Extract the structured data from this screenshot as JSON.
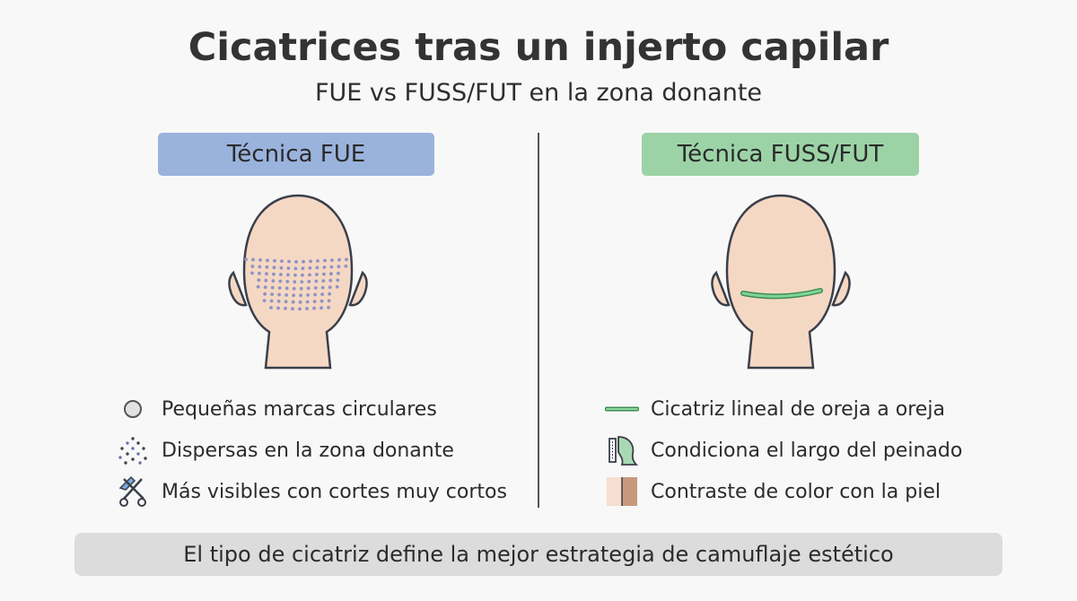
{
  "header": {
    "title": "Cicatrices tras un injerto capilar",
    "subtitle": "FUE vs FUSS/FUT en la zona donante"
  },
  "fue": {
    "label": "Técnica FUE",
    "color": "#9ab3dc",
    "items": [
      {
        "icon": "circle-mark-icon",
        "text": "Pequeñas marcas circulares"
      },
      {
        "icon": "scattered-dots-icon",
        "text": "Dispersas en la zona donante"
      },
      {
        "icon": "scissors-comb-icon",
        "text": "Más visibles con cortes muy cortos"
      }
    ]
  },
  "fut": {
    "label": "Técnica FUSS/FUT",
    "color": "#9cd3a6",
    "items": [
      {
        "icon": "linear-scar-icon",
        "text": "Cicatriz lineal de oreja a oreja"
      },
      {
        "icon": "comb-hair-icon",
        "text": "Condiciona el largo del peinado"
      },
      {
        "icon": "skin-contrast-icon",
        "text": "Contraste de color con la piel"
      }
    ]
  },
  "footer": {
    "text": "El tipo de cicatriz define la mejor estrategia de camuflaje estético"
  },
  "colors": {
    "skin": "#f5d8c4",
    "outline": "#3a3f4a",
    "fue_dots": "#8d93c4",
    "fut_scar": "#5fb774"
  }
}
